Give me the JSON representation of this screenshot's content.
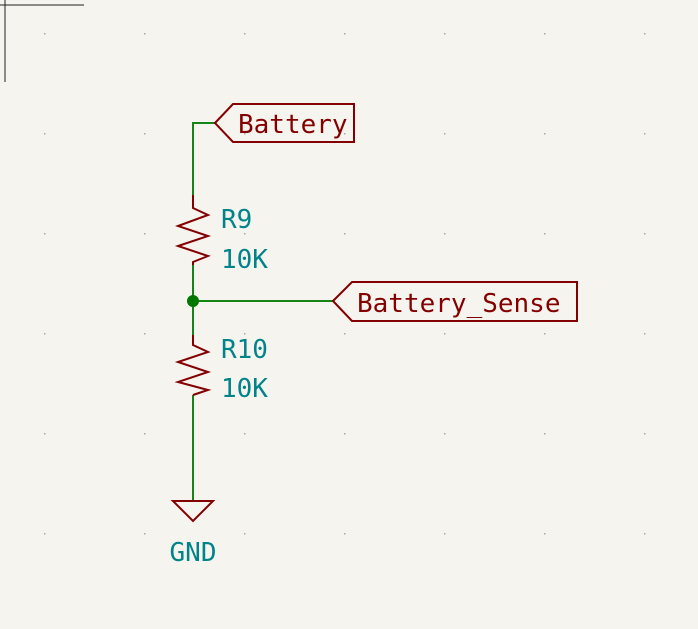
{
  "schematic": {
    "labels": {
      "battery": "Battery",
      "battery_sense": "Battery_Sense"
    },
    "components": {
      "r9": {
        "ref": "R9",
        "value": "10K"
      },
      "r10": {
        "ref": "R10",
        "value": "10K"
      }
    },
    "power": {
      "gnd": "GND"
    }
  },
  "colors": {
    "background": "#f5f4ef",
    "grid_dot": "#a8a8a8",
    "wire": "#168416",
    "junction": "#007800",
    "symbol": "#840000",
    "label_text": "#840000",
    "field_text": "#00848a",
    "sheet_border": "#202020"
  }
}
